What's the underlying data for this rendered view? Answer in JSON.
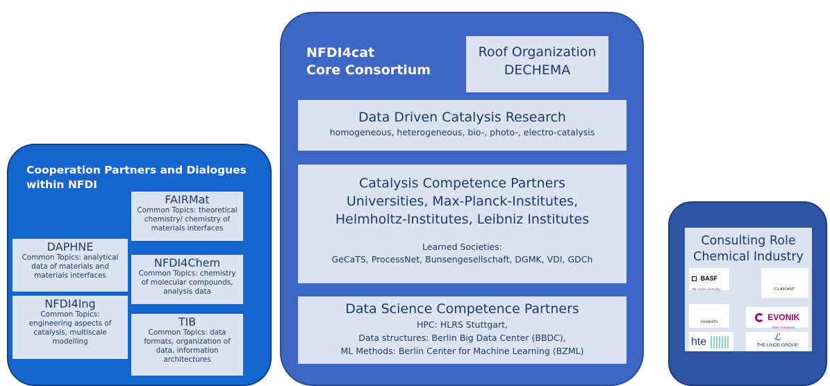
{
  "cooperation": {
    "title_line1": "Cooperation Partners and Dialogues",
    "title_line2": "within NFDI",
    "partners": [
      {
        "name": "FAIRMat",
        "desc": [
          "Common Topics: theoretical",
          "chemistry/ chemistry of",
          "materials interfaces"
        ]
      },
      {
        "name": "DAPHNE",
        "desc": [
          "Common Topics: analytical",
          "data of materials and",
          "materials interfaces"
        ]
      },
      {
        "name": "NFDI4Chem",
        "desc": [
          "Common Topics: chemistry",
          "of molecular compounds,",
          "analysis data"
        ]
      },
      {
        "name": "NFDI4Ing",
        "desc": [
          "Common Topics:",
          "engineering aspects of",
          "catalysis, multiscale",
          "modelling"
        ]
      },
      {
        "name": "TIB",
        "desc": [
          "Common Topics: data",
          "formats, organization of",
          "data, information",
          "architectures"
        ]
      }
    ]
  },
  "core": {
    "title_line1": "NFDI4cat",
    "title_line2": "Core Consortium",
    "roof_line1": "Roof Organization",
    "roof_line2": "DECHEMA",
    "data_driven_title": "Data Driven Catalysis Research",
    "data_driven_sub": "homogeneous, heterogeneous, bio-, photo-, electro-catalysis",
    "catalysis_lines": [
      "Catalysis Competence Partners",
      "Universities, Max-Planck-Institutes,",
      "Helmholtz-Institutes, Leibniz Institutes"
    ],
    "learned_title": "Learned Societies:",
    "learned_list": "GeCaTS, ProcessNet, Bunsengesellschaft, DGMK, VDI, GDCh",
    "ds_title": "Data Science Competence Partners",
    "ds_lines": [
      "HPC: HLRS Stuttgart,",
      "Data structures: Berlin Big Data Center (BBDC),",
      "ML Methods: Berlin Center for Machine Learning (BZML)"
    ]
  },
  "consulting": {
    "title_line1": "Consulting Role",
    "title_line2": "Chemical Industry",
    "logos": {
      "basf": "BASF",
      "basf_tag": "We create chemistry",
      "clariant": "CLARIANT",
      "covestro": "covestro",
      "evonik": "EVONIK",
      "evonik_tag": "KRAFT FÜR NEUES",
      "hte": "hte",
      "linde": "THE LINDE GROUP"
    }
  },
  "colors": {
    "left_panel": "#1565cd",
    "center_panel": "#3e66c4",
    "right_panel": "#2e54a6",
    "box": "#dbe3f2",
    "box_text": "#1f3864"
  }
}
